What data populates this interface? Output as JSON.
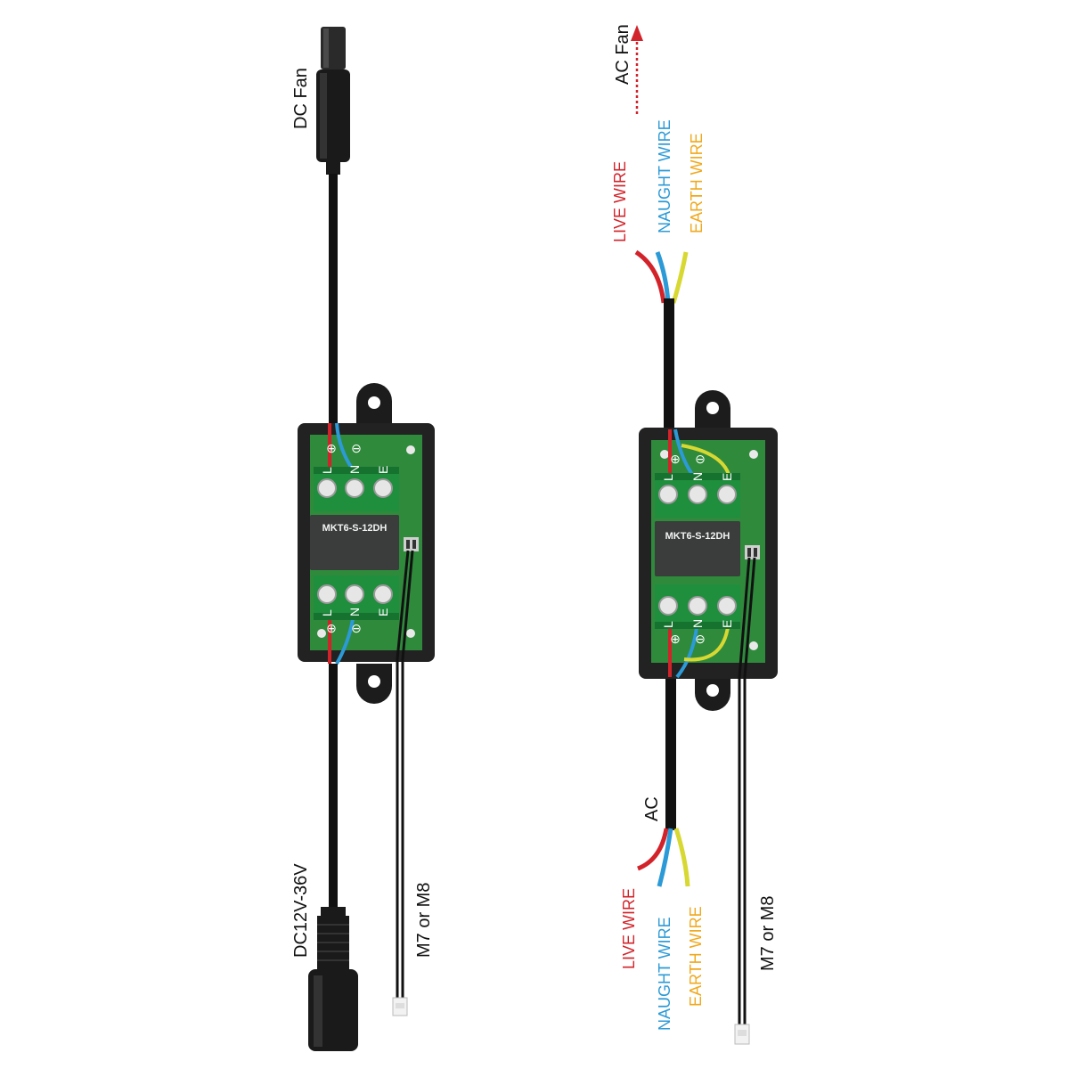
{
  "colors": {
    "live": "#d2232a",
    "naught": "#2c9ad6",
    "earth": "#f0a81c",
    "earth_wire": "#d7d832",
    "cable": "#111111",
    "board": "#2f8a3c",
    "terminal": "#1f8e3d",
    "enclosure": "#222222",
    "relay": "#3a3d3c"
  },
  "left_unit": {
    "top_label": "DC Fan",
    "bottom_left_label": "DC12V-36V",
    "bottom_right_label": "M7 or M8",
    "relay_label": "MKT6-S-12DH",
    "top_terminals": [
      "L",
      "N",
      "E"
    ],
    "bottom_terminals": [
      "L",
      "N",
      "E"
    ],
    "top_symbols": [
      "⊕",
      "⊖"
    ],
    "bottom_symbols": [
      "⊕",
      "⊖"
    ]
  },
  "right_unit": {
    "top_label": "AC Fan",
    "top_wire_labels": [
      "LIVE WIRE",
      "NAUGHT WIRE",
      "EARTH WIRE"
    ],
    "mid_label": "AC",
    "bottom_wire_labels": [
      "LIVE WIRE",
      "NAUGHT WIRE",
      "EARTH WIRE"
    ],
    "bottom_right_label": "M7 or M8",
    "relay_label": "MKT6-S-12DH",
    "top_terminals": [
      "L",
      "N",
      "E"
    ],
    "bottom_terminals": [
      "L",
      "N",
      "E"
    ],
    "top_symbols": [
      "⊕",
      "⊖"
    ],
    "bottom_symbols": [
      "⊕",
      "⊖"
    ]
  }
}
